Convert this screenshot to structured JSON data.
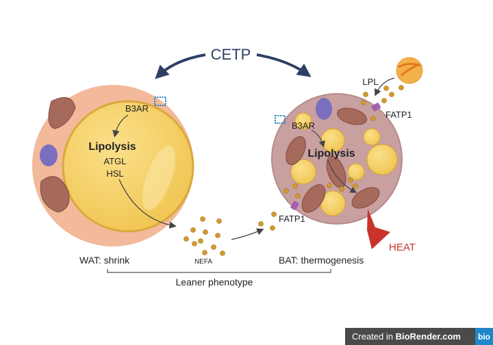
{
  "title": "CETP",
  "wat": {
    "receptor": "B3AR",
    "process": "Lipolysis",
    "enzymes": [
      "ATGL",
      "HSL"
    ],
    "caption": "WAT: shrink"
  },
  "nefa_label": "NEFA",
  "bat": {
    "receptor": "B3AR",
    "process": "Lipolysis",
    "transporter_top": "FATP1",
    "transporter_bottom": "FATP1",
    "enzyme": "LPL",
    "output": "HEAT",
    "caption": "BAT: thermogenesis"
  },
  "phenotype": "Leaner phenotype",
  "badge": {
    "prefix": "Created in ",
    "brand": "BioRender.com",
    "logo": "bio"
  },
  "colors": {
    "arrow": "#2e3f66",
    "heat": "#c8332b",
    "fat": "#f4cd5e",
    "bat_cell": "#c9a0a0",
    "wat_cell": "#f2b99a",
    "nucleus": "#7a6fbf",
    "fatty_acid": "#d49a2a",
    "transporter": "#a45fb0"
  }
}
